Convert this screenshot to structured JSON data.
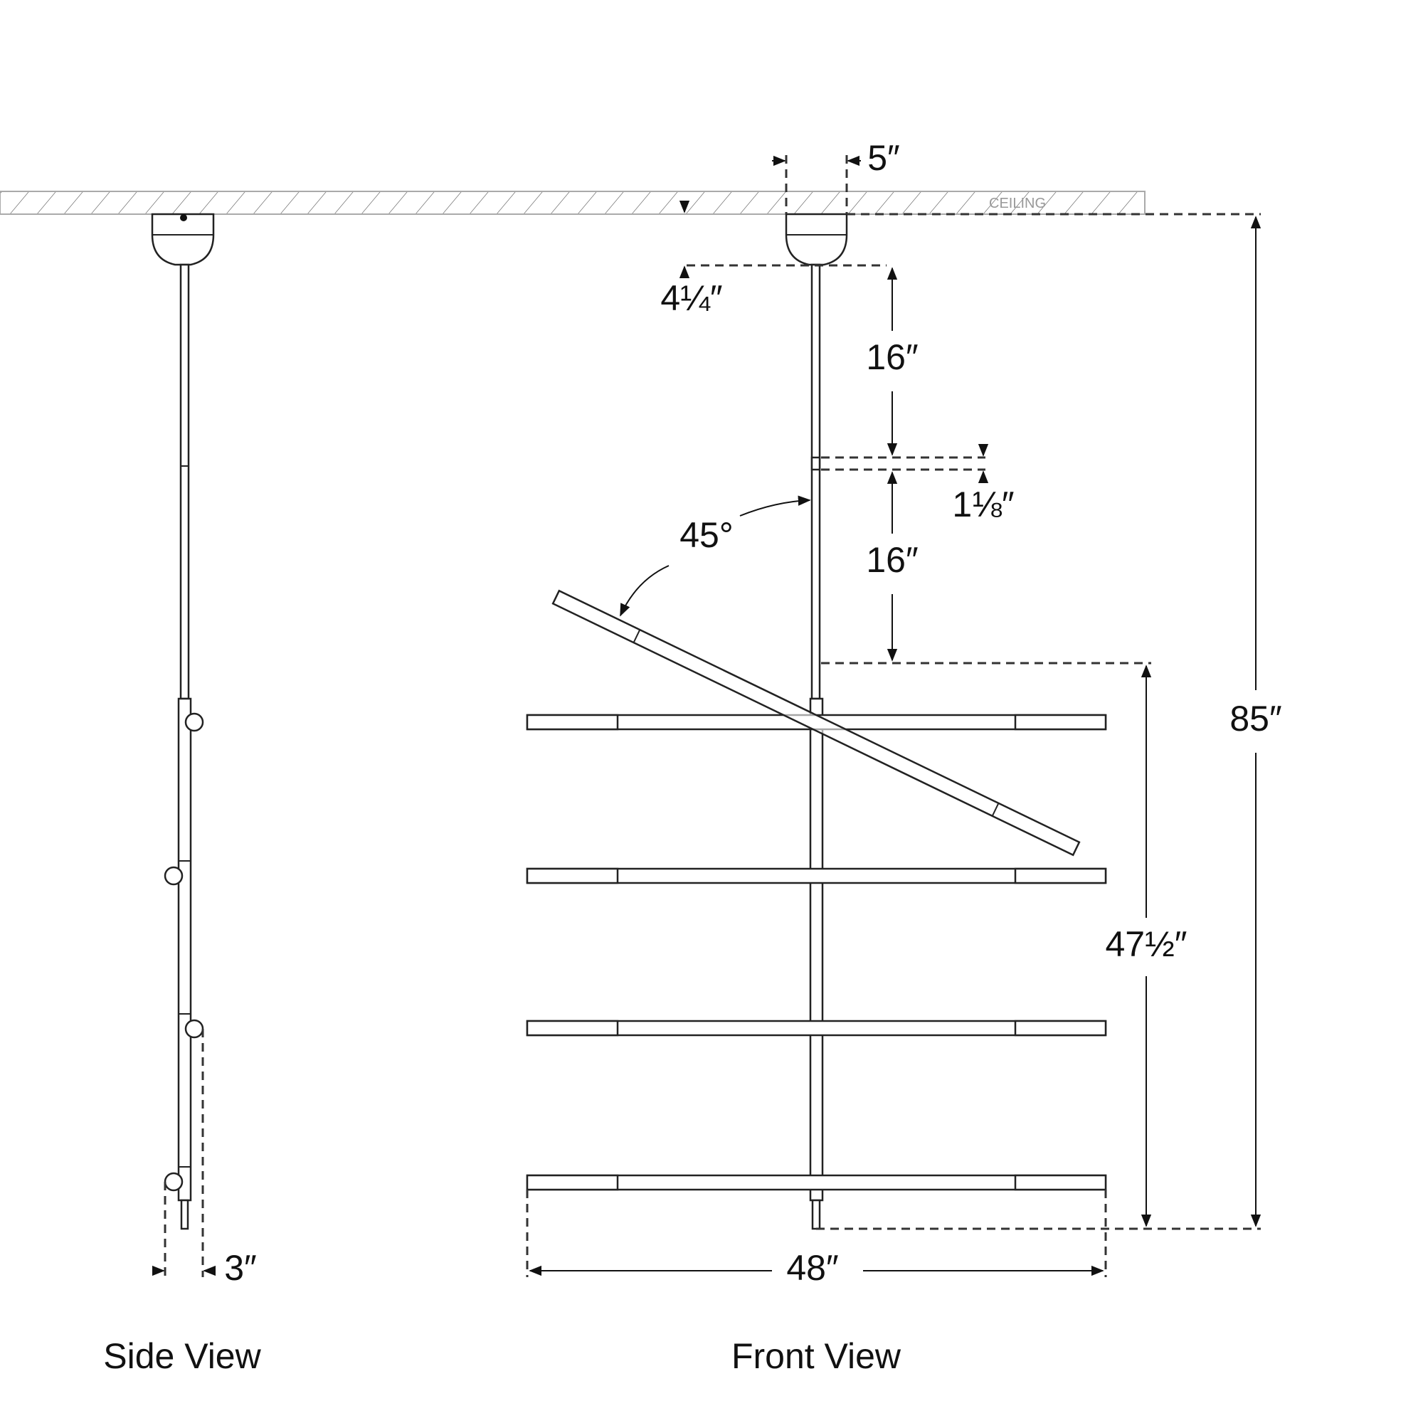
{
  "ceiling_label": "CEILING",
  "views": {
    "side": {
      "title": "Side View",
      "depth": "3″"
    },
    "front": {
      "title": "Front View",
      "canopy_width": "5″",
      "canopy_height": "4¼″",
      "stem_segment_1": "16″",
      "coupler": "1⅛″",
      "stem_segment_2": "16″",
      "tilt_angle": "45°",
      "body_height": "47½″",
      "overall_height": "85″",
      "width": "48″"
    }
  }
}
